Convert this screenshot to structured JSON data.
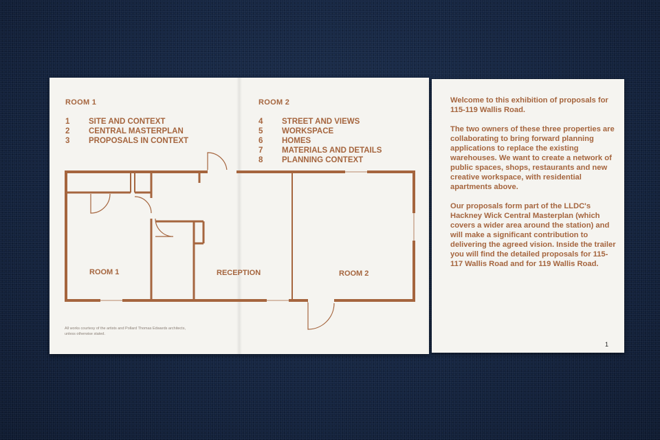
{
  "left_spread": {
    "room1_heading": "ROOM 1",
    "room1_items": [
      {
        "num": "1",
        "label": "SITE AND CONTEXT"
      },
      {
        "num": "2",
        "label": "CENTRAL MASTERPLAN"
      },
      {
        "num": "3",
        "label": "PROPOSALS IN CONTEXT"
      }
    ],
    "room2_heading": "ROOM 2",
    "room2_items": [
      {
        "num": "4",
        "label": "STREET AND VIEWS"
      },
      {
        "num": "5",
        "label": "WORKSPACE"
      },
      {
        "num": "6",
        "label": "HOMES"
      },
      {
        "num": "7",
        "label": "MATERIALS AND DETAILS"
      },
      {
        "num": "8",
        "label": "PLANNING CONTEXT"
      }
    ],
    "plan_labels": {
      "room1": "ROOM 1",
      "reception": "RECEPTION",
      "room2": "ROOM 2"
    },
    "credit_line1": "All works courtesy of the artists and Pollard Thomas Edwards architects,",
    "credit_line2": "unless otherwise stated."
  },
  "right_page": {
    "paragraphs": [
      "Welcome to this exhibition of proposals for 115-119 Wallis Road.",
      "The two owners of these three properties are collaborating to bring forward planning applications to replace the existing warehouses. We want to create a network of public spaces, shops, restaurants and new creative workspace, with residential apartments above.",
      "Our proposals form part of the LLDC's Hackney Wick Central Masterplan (which covers a wider area around the station) and will make a significant contribution to delivering the agreed vision. Inside the trailer you will find the detailed proposals for 115-117 Wallis Road and for 119 Wallis Road."
    ],
    "page_number": "1"
  },
  "colors": {
    "accent": "#a5653e",
    "paper": "#f5f4f0",
    "background": "#142440"
  }
}
